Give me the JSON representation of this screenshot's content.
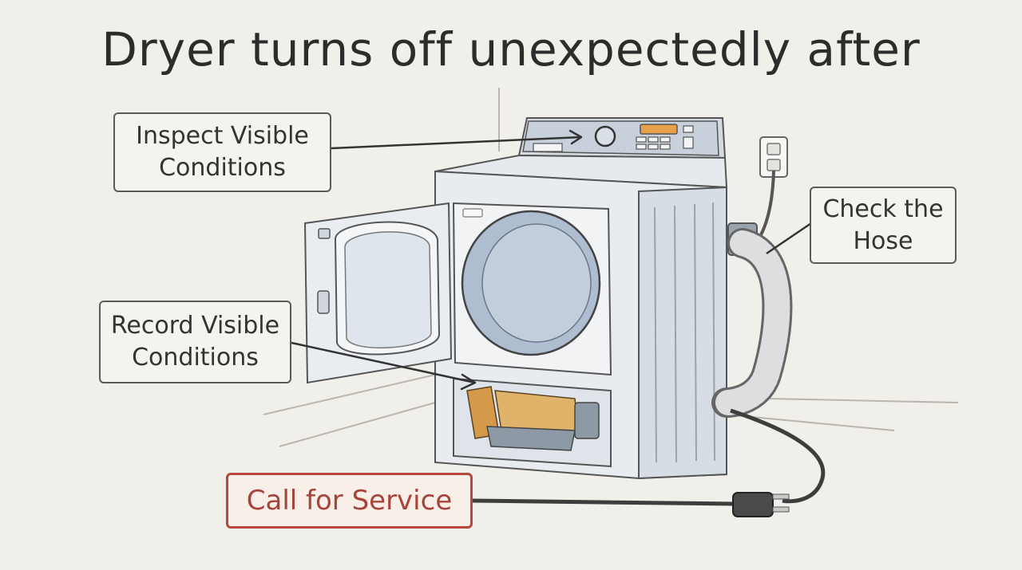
{
  "title": "Dryer turns off unexpectedly after",
  "callouts": {
    "inspect": [
      "Inspect Visible",
      "Conditions"
    ],
    "hose": [
      "Check the",
      "Hose"
    ],
    "record": [
      "Record Visible",
      "Conditions"
    ],
    "service": "Call for Service"
  },
  "colors": {
    "accent": "#b5473d",
    "outline": "#5a5a5a",
    "display": "#e8a04a",
    "drum": "#aebdd0",
    "heater": "#d49a4a"
  }
}
